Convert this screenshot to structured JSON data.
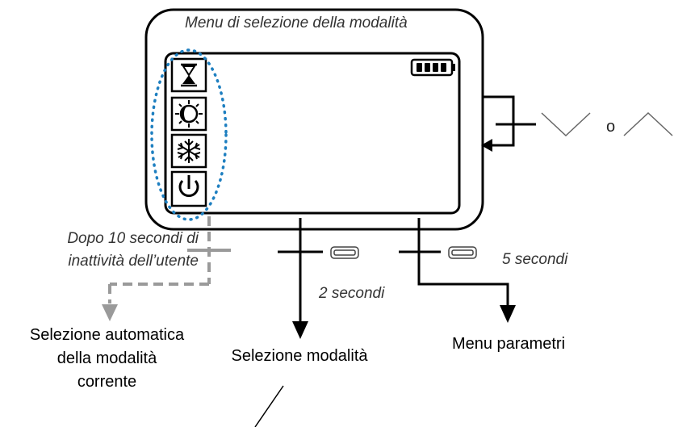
{
  "device": {
    "title": "Menu di selezione della modalità",
    "icons": [
      "hourglass-icon",
      "sun-moon-icon",
      "snowflake-icon",
      "power-icon"
    ],
    "battery_icon": "battery-full-icon"
  },
  "navigation": {
    "separator": "o",
    "down_icon": "chevron-down-icon",
    "up_icon": "chevron-up-icon"
  },
  "timeout": {
    "line1": "Dopo 10 secondi di",
    "line2": "inattività dell’utente"
  },
  "press_short": {
    "duration": "2 secondi",
    "button_icon": "button-icon"
  },
  "press_long": {
    "duration": "5 secondi",
    "button_icon": "button-icon"
  },
  "outcomes": {
    "auto_select": [
      "Selezione automatica",
      "della modalità",
      "corrente"
    ],
    "mode_select": "Selezione modalità",
    "param_menu": "Menu parametri"
  },
  "colors": {
    "line": "#000000",
    "dashed": "#9a9a9a",
    "highlight": "#1e7fc0"
  }
}
